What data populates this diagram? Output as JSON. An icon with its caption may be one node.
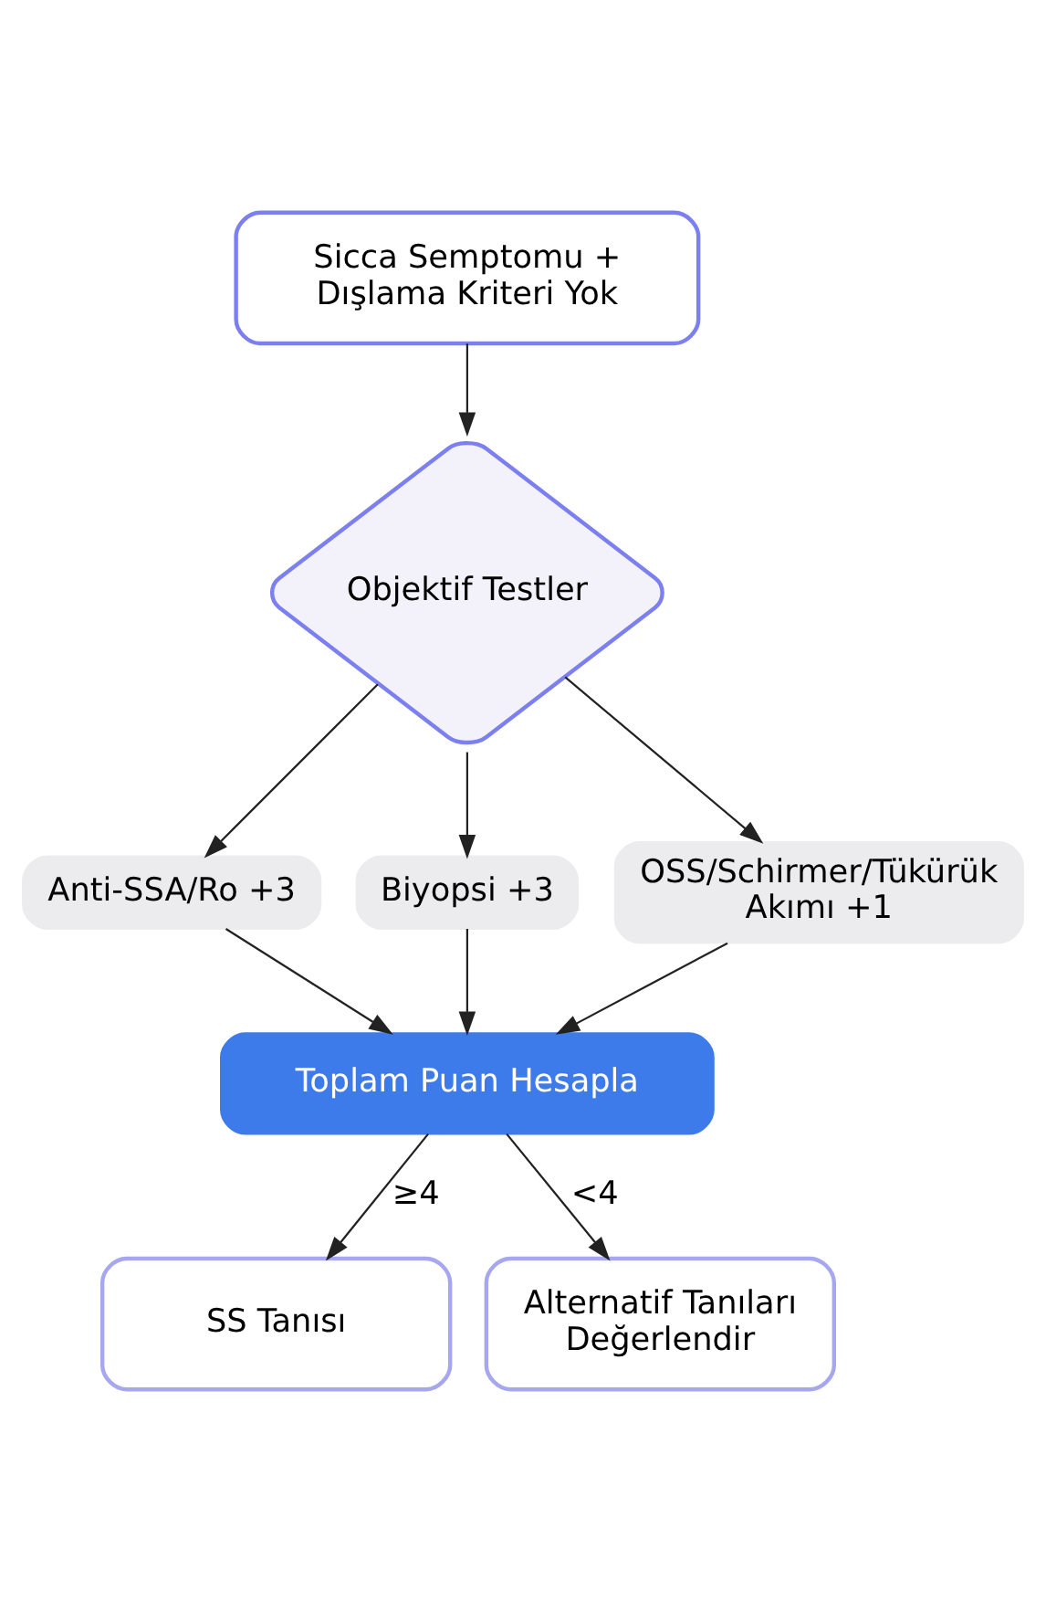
{
  "diagram": {
    "nodes": [
      {
        "text": [
          "Sicca Semptomu + Dışlama Kriteri Yok"
        ]
      },
      {
        "text": [
          "Objektif Testler"
        ]
      },
      {
        "text": [
          "Anti-SSA/Ro +3"
        ]
      },
      {
        "text": [
          "Biyopsi +3"
        ]
      },
      {
        "text": [
          "OSS/Schirmer/Tükürük Akımı +1"
        ]
      },
      {
        "text": [
          "Toplam Puan Hesapla"
        ]
      },
      {
        "text": [
          "SS Tanısı"
        ]
      },
      {
        "text": [
          "Alternatif Tanıları Değerlendir"
        ]
      }
    ],
    "edges": [
      {
        "from": 0,
        "to": 1,
        "arrow": "to"
      },
      {
        "from": 1,
        "to": 2,
        "arrow": "to"
      },
      {
        "from": 1,
        "to": 3,
        "arrow": "to"
      },
      {
        "from": 1,
        "to": 4,
        "arrow": "to"
      },
      {
        "from": 2,
        "to": 5,
        "arrow": "to"
      },
      {
        "from": 3,
        "to": 5,
        "arrow": "to"
      },
      {
        "from": 4,
        "to": 5,
        "arrow": "to"
      },
      {
        "from": 5,
        "to": 6,
        "label": "≥4",
        "arrow": "to"
      },
      {
        "from": 5,
        "to": 7,
        "label": "<4",
        "arrow": "to"
      }
    ]
  }
}
